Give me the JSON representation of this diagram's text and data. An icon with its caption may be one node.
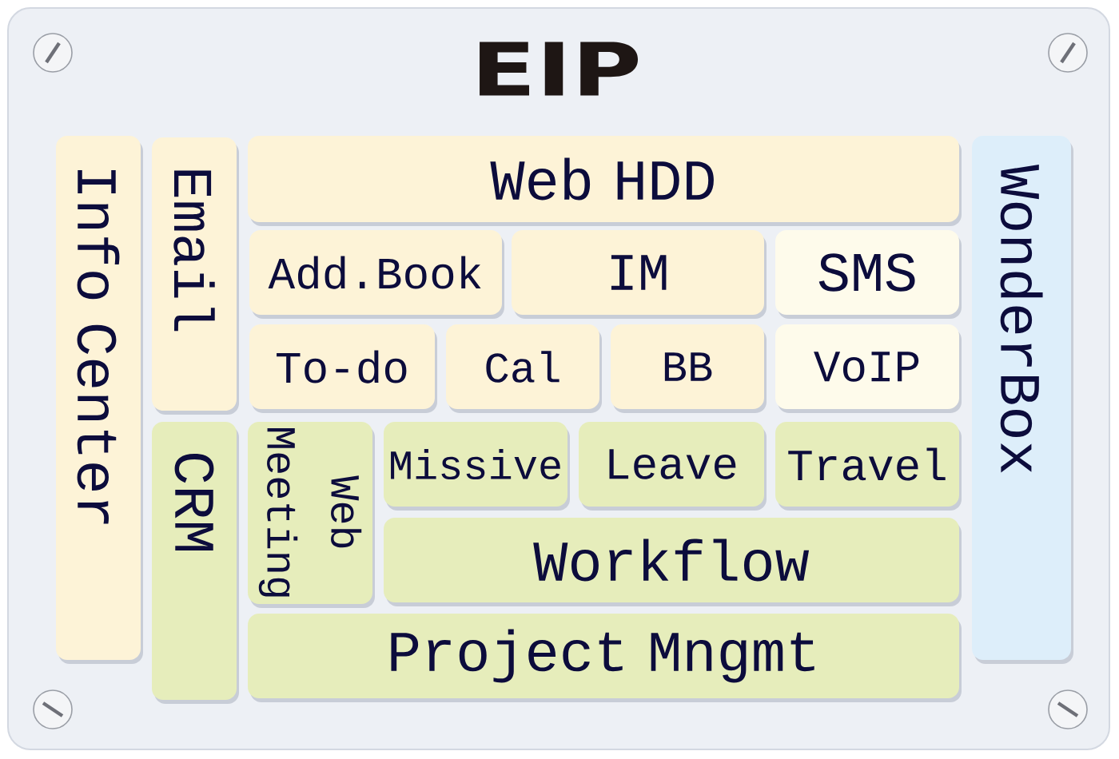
{
  "diagram": {
    "title": "EIP",
    "nodes": [
      {
        "text": [
          "Info Center"
        ]
      },
      {
        "text": [
          "Email"
        ]
      },
      {
        "text": [
          "Web HDD"
        ]
      },
      {
        "text": [
          "WonderBox"
        ]
      },
      {
        "text": [
          "Add.Book"
        ]
      },
      {
        "text": [
          "IM"
        ]
      },
      {
        "text": [
          "SMS"
        ]
      },
      {
        "text": [
          "To-do"
        ]
      },
      {
        "text": [
          "Cal"
        ]
      },
      {
        "text": [
          "BB"
        ]
      },
      {
        "text": [
          "VoIP"
        ]
      },
      {
        "text": [
          "CRM"
        ]
      },
      {
        "text": [
          "Web Meeting"
        ]
      },
      {
        "text": [
          "Missive"
        ]
      },
      {
        "text": [
          "Leave"
        ]
      },
      {
        "text": [
          "Travel"
        ]
      },
      {
        "text": [
          "Workflow"
        ]
      },
      {
        "text": [
          "Project Mngmt"
        ]
      }
    ]
  }
}
